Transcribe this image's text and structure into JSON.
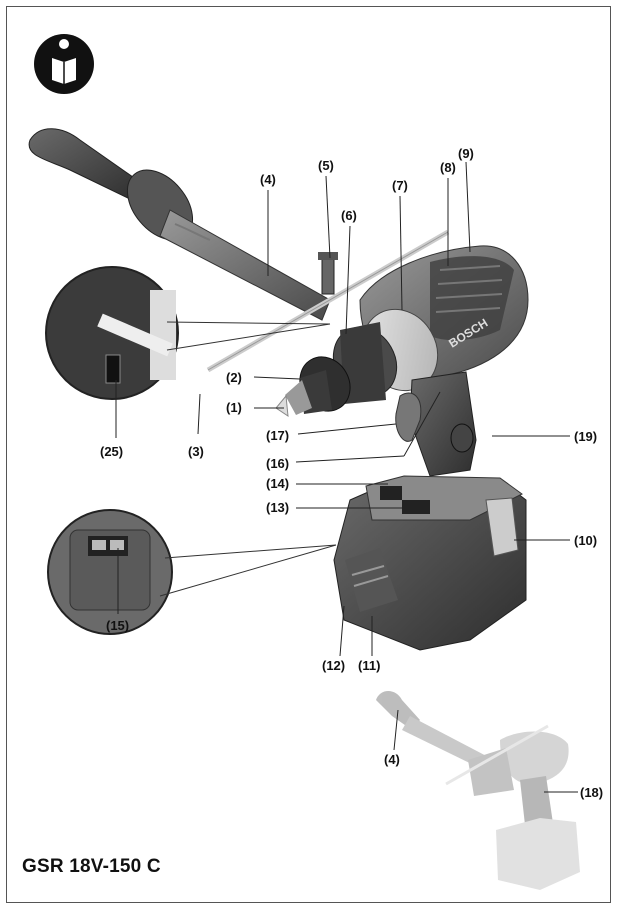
{
  "model_title": "GSR 18V-150 C",
  "labels": {
    "l1": "(1)",
    "l2": "(2)",
    "l3": "(3)",
    "l4": "(4)",
    "l5": "(5)",
    "l6": "(6)",
    "l7": "(7)",
    "l8": "(8)",
    "l9": "(9)",
    "l10": "(10)",
    "l11": "(11)",
    "l12": "(12)",
    "l13": "(13)",
    "l14": "(14)",
    "l15": "(15)",
    "l16": "(16)",
    "l17": "(17)",
    "l18": "(18)",
    "l19": "(19)",
    "l25": "(25)",
    "l4b": "(4)"
  },
  "brand_text": "BOSCH",
  "icons": [
    "read-manual-icon"
  ]
}
